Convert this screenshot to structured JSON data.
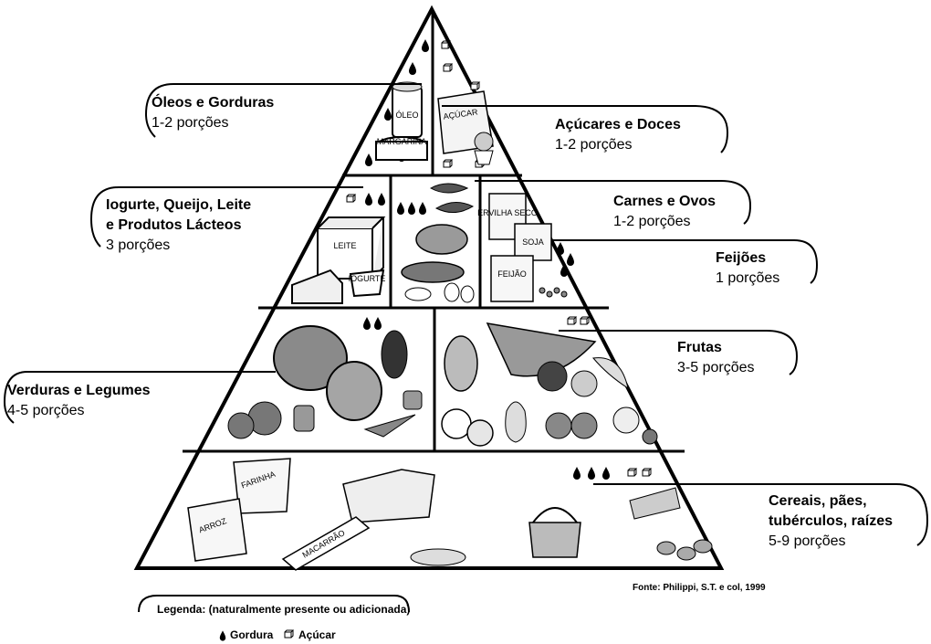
{
  "groups": {
    "oleos": {
      "title": "Óleos e Gorduras",
      "portions": "1-2 porções"
    },
    "acucares": {
      "title": "Açúcares e Doces",
      "portions": "1-2 porções"
    },
    "lacteos": {
      "title_line1": "Iogurte, Queijo, Leite",
      "title_line2": "e Produtos Lácteos",
      "portions": "3 porções"
    },
    "carnes": {
      "title": "Carnes e Ovos",
      "portions": "1-2 porções"
    },
    "feijoes": {
      "title": "Feijões",
      "portions": "1 porções"
    },
    "frutas": {
      "title": "Frutas",
      "portions": "3-5 porções"
    },
    "verduras": {
      "title": "Verduras e Legumes",
      "portions": "4-5 porções"
    },
    "cereais": {
      "title_line1": "Cereais, pães,",
      "title_line2": "tubérculos, raízes",
      "portions": "5-9 porções"
    }
  },
  "package_labels": {
    "oleo": "ÓLEO",
    "margarina": "MARGARINA",
    "acucar": "AÇÚCAR",
    "leite": "LEITE",
    "iogurte": "IOGURTE",
    "ervilha": "ERVILHA SECO",
    "soja": "SOJA",
    "feijao": "FEIJÃO",
    "farinha": "FARINHA",
    "arroz": "ARROZ",
    "macarrao": "MACARRÃO"
  },
  "source": "Fonte: Philippi, S.T. e col, 1999",
  "legend": {
    "title": "Legenda: (naturalmente presente ou adicionada)",
    "fat_label": "Gordura",
    "sugar_label": "Açúcar",
    "fat_icon": "oil-drop-icon",
    "sugar_icon": "sugar-cube-icon"
  },
  "colors": {
    "ink": "#000000",
    "background": "#ffffff",
    "food_gray": "#8a8a8a"
  }
}
